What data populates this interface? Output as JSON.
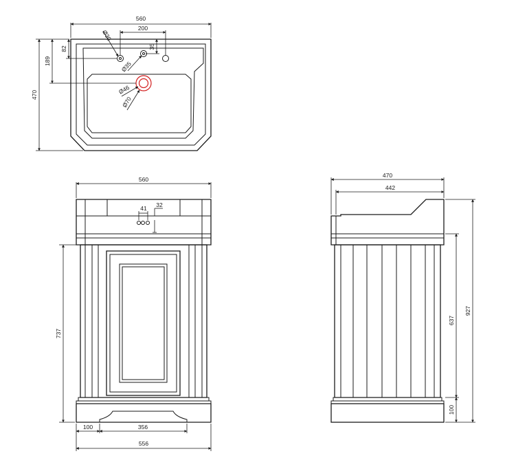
{
  "plan_view": {
    "overall_width": "560",
    "tap_hole_spacing": "200",
    "overall_depth": "470",
    "depth_to_waste": "189",
    "depth_to_tap": "82",
    "tap_hole_dia": "Ø30",
    "overflow_dia": "Ø35",
    "overflow_offset": "35",
    "waste_dia": "Ø46",
    "waste_outer_dia": "Ø70"
  },
  "front_view": {
    "top_width": "560",
    "hole_spacing": "41",
    "hole_drop": "32",
    "cabinet_height": "737",
    "plinth_side": "100",
    "plinth_cutout": "356",
    "base_width": "556"
  },
  "side_view": {
    "overall_depth": "470",
    "inner_depth": "442",
    "overall_height": "927",
    "cabinet_height": "637",
    "plinth_height": "100"
  }
}
